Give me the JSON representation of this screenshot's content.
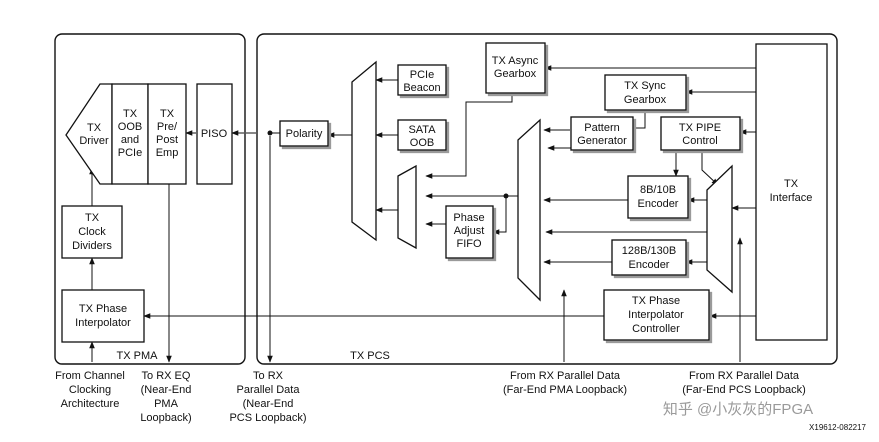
{
  "panels": {
    "pma": "TX PMA",
    "pcs": "TX PCS"
  },
  "blocks": {
    "tx_driver": [
      "TX",
      "Driver"
    ],
    "tx_oob": [
      "TX",
      "OOB",
      "and",
      "PCIe"
    ],
    "tx_emp": [
      "TX",
      "Pre/",
      "Post",
      "Emp"
    ],
    "piso": "PISO",
    "polarity": "Polarity",
    "pcie_beacon": [
      "PCIe",
      "Beacon"
    ],
    "sata_oob": [
      "SATA",
      "OOB"
    ],
    "tx_async_gearbox": [
      "TX Async",
      "Gearbox"
    ],
    "tx_sync_gearbox": [
      "TX Sync",
      "Gearbox"
    ],
    "pattern_generator": [
      "Pattern",
      "Generator"
    ],
    "tx_pipe_control": [
      "TX PIPE",
      "Control"
    ],
    "encoder_8b10b": [
      "8B/10B",
      "Encoder"
    ],
    "encoder_128b130b": [
      "128B/130B",
      "Encoder"
    ],
    "phase_adjust_fifo": [
      "Phase",
      "Adjust",
      "FIFO"
    ],
    "tx_interface": [
      "TX",
      "Interface"
    ],
    "tx_clock_dividers": [
      "TX",
      "Clock",
      "Dividers"
    ],
    "tx_phase_interpolator": [
      "TX Phase",
      "Interpolator"
    ],
    "tx_pi_controller": [
      "TX Phase",
      "Interpolator",
      "Controller"
    ]
  },
  "labels": {
    "from_channel_clocking": [
      "From Channel",
      "Clocking",
      "Architecture"
    ],
    "to_rx_eq": [
      "To RX EQ",
      "(Near-End",
      "PMA",
      "Loopback)"
    ],
    "to_rx_parallel": [
      "To RX",
      "Parallel Data",
      "(Near-End",
      "PCS Loopback)"
    ],
    "from_rx_pma": [
      "From RX Parallel Data",
      "(Far-End PMA Loopback)"
    ],
    "from_rx_pcs": [
      "From RX Parallel Data",
      "(Far-End PCS Loopback)"
    ]
  },
  "figure_id": "X19612-082217",
  "watermark": "知乎 @小灰灰的FPGA"
}
